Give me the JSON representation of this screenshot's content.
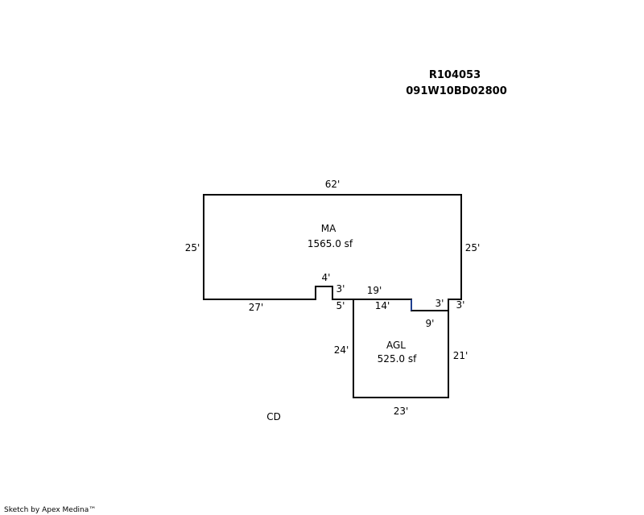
{
  "header": {
    "parcel_id": "R104053",
    "map_number": "091W10BD02800"
  },
  "areas": {
    "main": {
      "code": "MA",
      "area": "1565.0 sf"
    },
    "garage": {
      "code": "AGL",
      "area": "525.0 sf"
    }
  },
  "dimensions": {
    "main_top": "62'",
    "main_left": "25'",
    "main_right": "25'",
    "main_bottom_left": "27'",
    "bump_top": "4'",
    "bump_right": "3'",
    "step_right": "5'",
    "garage_top": "19'",
    "garage_top_inner": "14'",
    "notch_right": "3'",
    "notch_bottom": "9'",
    "corner_right": "3'",
    "garage_left": "24'",
    "garage_right": "21'",
    "garage_bottom": "23'"
  },
  "other": {
    "cd_label": "CD"
  },
  "footer": {
    "credit": "Sketch by Apex Medina™"
  },
  "colors": {
    "outline": "#000000",
    "accent": "#1f3f8f",
    "background": "#ffffff"
  }
}
